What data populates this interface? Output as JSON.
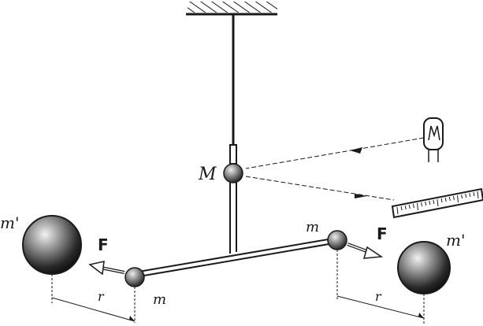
{
  "diagram": {
    "labels": {
      "mirror_mass": "M",
      "small_mass_left": "m",
      "small_mass_right": "m",
      "large_mass_left": "m'",
      "large_mass_right": "m'",
      "force_left": "F",
      "force_right": "F",
      "distance_left": "r",
      "distance_right": "r"
    },
    "colors": {
      "ink": "#1a1a1a",
      "paper": "#ffffff",
      "shade": "#555555"
    }
  }
}
